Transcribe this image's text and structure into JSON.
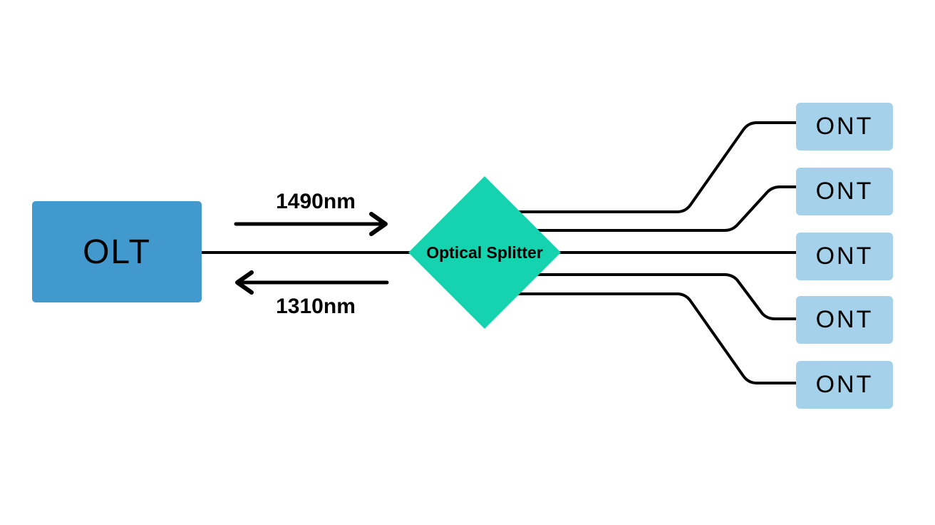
{
  "diagram": {
    "type": "network-topology",
    "description_visible_text_only": "PON topology: OLT to Optical Splitter to five ONTs",
    "nodes": {
      "olt": {
        "label": "OLT"
      },
      "splitter": {
        "label": "Optical Splitter"
      },
      "onts": [
        {
          "label": "ONT"
        },
        {
          "label": "ONT"
        },
        {
          "label": "ONT"
        },
        {
          "label": "ONT"
        },
        {
          "label": "ONT"
        }
      ]
    },
    "flows": {
      "downstream": {
        "label": "1490nm",
        "direction": "right"
      },
      "upstream": {
        "label": "1310nm",
        "direction": "left"
      }
    },
    "colors": {
      "olt_fill": "#4199ce",
      "splitter_fill": "#14d3ae",
      "ont_fill": "#a6d1ea",
      "line": "#000000",
      "text": "#000000",
      "background": "#ffffff"
    }
  }
}
